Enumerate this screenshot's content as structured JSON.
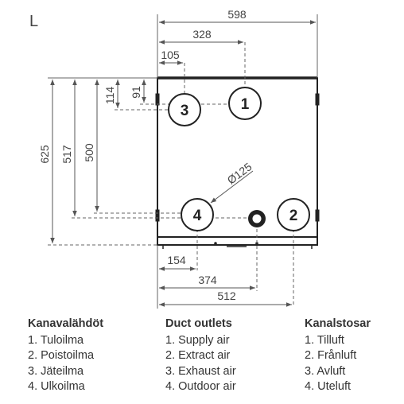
{
  "variant_label": "L",
  "dimensions": {
    "total_width": "598",
    "outlet1_from_left": "328",
    "outlet3_from_left": "105",
    "outlet1_from_top": "91",
    "outlet3_from_top": "114",
    "total_height": "625",
    "unit_height": "517",
    "outlet4_height": "500",
    "duct_diameter": "Ø125",
    "outlet4_from_left": "154",
    "drain_from_left": "374",
    "outlet2_from_left": "512"
  },
  "outlets": [
    {
      "number": "1"
    },
    {
      "number": "2"
    },
    {
      "number": "3"
    },
    {
      "number": "4"
    }
  ],
  "legend": {
    "finnish": {
      "title": "Kanavalähdöt",
      "items": [
        "1. Tuloilma",
        "2. Poistoilma",
        "3. Jäteilma",
        "4. Ulkoilma"
      ]
    },
    "english": {
      "title": "Duct outlets",
      "items": [
        "1. Supply air",
        "2. Extract air",
        "3. Exhaust air",
        "4. Outdoor air"
      ]
    },
    "swedish": {
      "title": "Kanalstosar",
      "items": [
        "1. Tilluft",
        "2. Frånluft",
        "3. Avluft",
        "4. Uteluft"
      ]
    }
  }
}
